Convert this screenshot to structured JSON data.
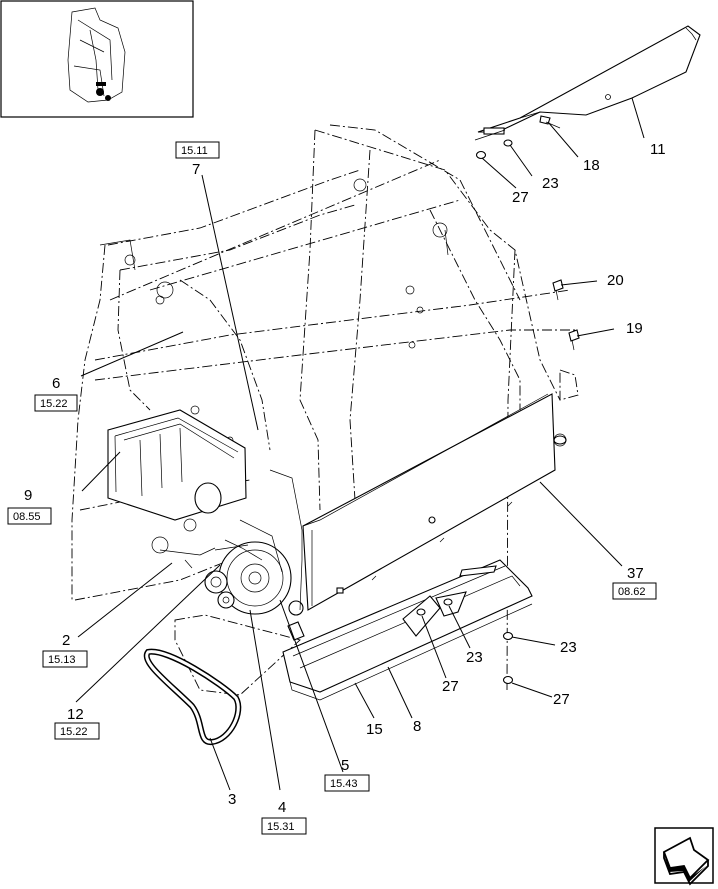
{
  "diagram": {
    "callouts": {
      "c11": "11",
      "c18": "18",
      "c23a": "23",
      "c27a": "27",
      "c7": "7",
      "c6": "6",
      "c20": "20",
      "c19": "19",
      "c9": "9",
      "c37": "37",
      "c2": "2",
      "c12": "12",
      "c3": "3",
      "c4": "4",
      "c5": "5",
      "c8": "8",
      "c15": "15",
      "c27b": "27",
      "c23b": "23",
      "c23c": "23",
      "c27c": "27"
    },
    "refs": {
      "r7": "15.11",
      "r6": "15.22",
      "r9": "08.55",
      "r37": "08.62",
      "r2": "15.13",
      "r12": "15.22",
      "r4": "15.31",
      "r5": "15.43"
    }
  },
  "navigation": {
    "next_icon": "arrow-next-icon"
  }
}
